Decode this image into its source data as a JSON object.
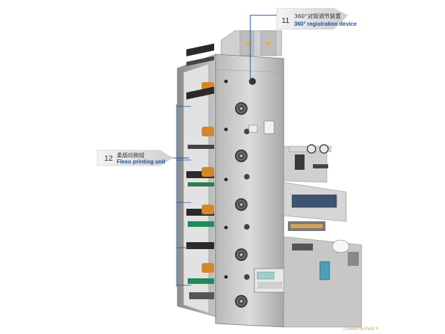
{
  "callouts": {
    "registration": {
      "number": "11",
      "zh": "360°对版调节装置",
      "en": "360° registration device"
    },
    "flexo": {
      "number": "12",
      "zh": "柔版印刷组",
      "en": "Flexo printing unit"
    }
  },
  "credit": "Created by Pack X",
  "colors": {
    "accent_blue": "#1b4fa0",
    "callout_bg": "#e6e6e6",
    "frame_gray": "#c9c9c9",
    "credit_gold": "#c9a24a"
  }
}
